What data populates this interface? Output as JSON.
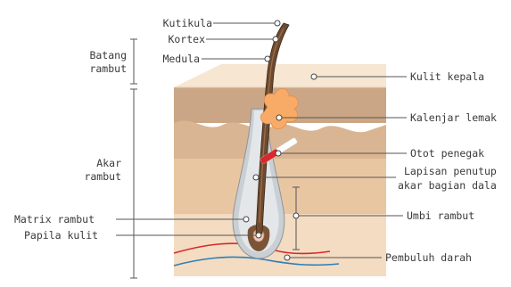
{
  "labels": {
    "kutikula": "Kutikula",
    "kortex": "Kortex",
    "medula": "Medula",
    "batang_line1": "Batang",
    "batang_line2": "rambut",
    "akar_line1": "Akar",
    "akar_line2": "rambut",
    "matrix": "Matrix rambut",
    "papila": "Papila kulit",
    "kulit_kepala": "Kulit kepala",
    "kelenjar": "Kalenjar lemak",
    "otot": "Otot penegak",
    "lapisan_line1": "Lapisan penutup",
    "lapisan_line2": "akar bagian dala",
    "umbi": "Umbi rambut",
    "pembuluh": "Pembuluh darah"
  },
  "colors": {
    "skin_top": "#f3dcc2",
    "skin_epidermis": "#caa686",
    "skin_dermis": "#e9c6a2",
    "skin_deep": "#f6e2cc",
    "hair_shaft": "#6e4a2e",
    "follicle": "#c9cfd3",
    "gland": "#f8ab67",
    "artery": "#d8282d",
    "vein": "#2b7fb8",
    "leader": "#555555"
  }
}
